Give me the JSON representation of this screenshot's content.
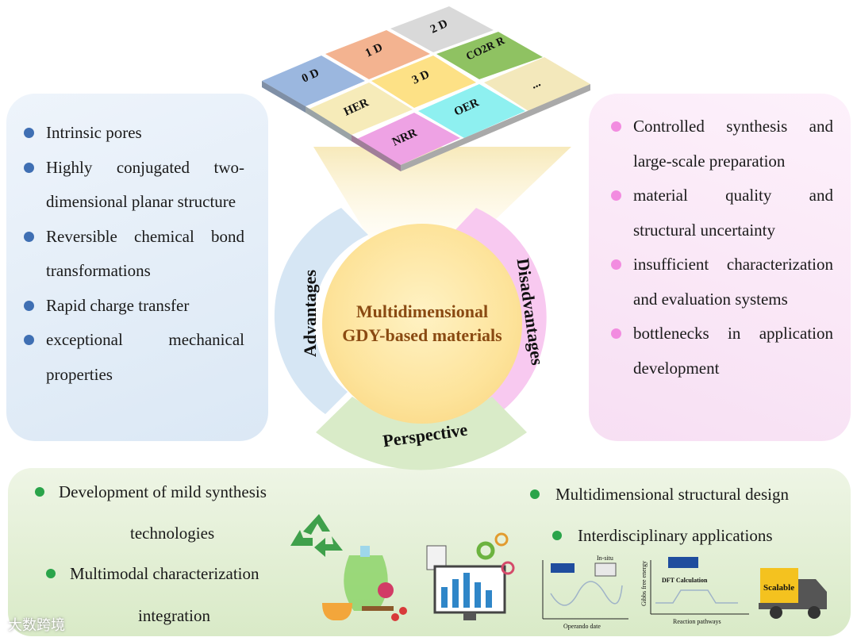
{
  "tiles": [
    "0 D",
    "1 D",
    "2 D",
    "3 D",
    "CO2R R",
    "HER",
    "OER",
    "NRR",
    "..."
  ],
  "core": {
    "title": "Multidimensional GDY-based materials"
  },
  "ring": {
    "advantages": "Advantages",
    "disadvantages": "Disadvantages",
    "perspective": "Perspective"
  },
  "advantages": [
    "Intrinsic pores",
    "Highly conjugated two-dimensional planar structure",
    "Reversible chemical bond transformations",
    "Rapid charge transfer",
    "exceptional mechanical properties"
  ],
  "disadvantages": [
    "Controlled synthesis and large-scale preparation",
    "material quality and structural uncertainty",
    "insufficient characterization and evaluation systems",
    "bottlenecks in application development"
  ],
  "perspective": {
    "left1a": "Development of mild synthesis",
    "left1b": "technologies",
    "left2a": "Multimodal characterization",
    "left2b": "integration",
    "right1": "Multidimensional structural design",
    "right2": "Interdisciplinary applications"
  },
  "figures": {
    "insitu": "In-situ",
    "operando": "Operando date",
    "gibbs": "Gibbs free energy",
    "dft": "DFT Calculation",
    "pathways": "Reaction pathways",
    "truck": "Scalable"
  },
  "watermark": "大数跨境",
  "colors": {
    "advantage_bullet": "#3f6fb3",
    "disadvantage_bullet": "#f28ce0",
    "perspective_bullet": "#2aa44a",
    "core_text": "#8a4a12"
  }
}
